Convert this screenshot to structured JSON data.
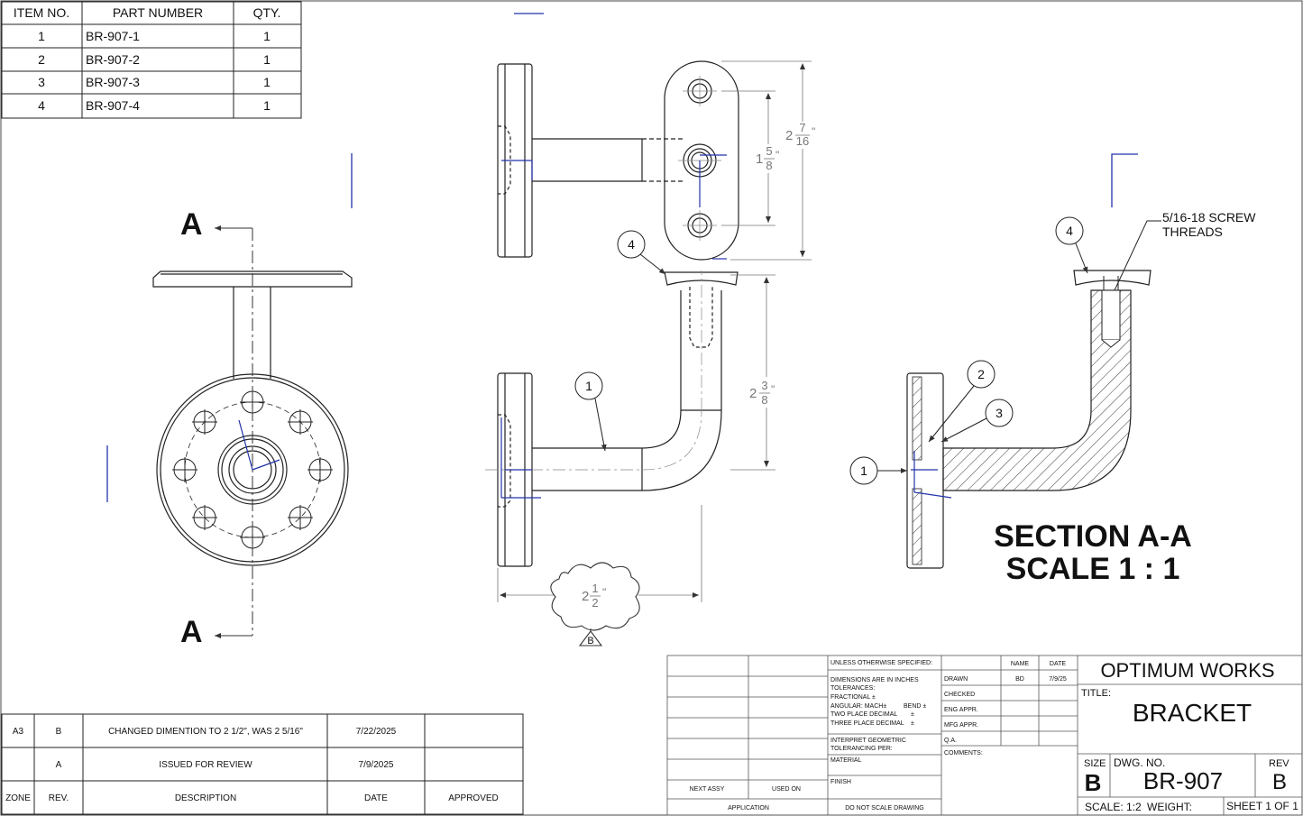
{
  "bom": {
    "headers": [
      "ITEM NO.",
      "PART NUMBER",
      "QTY."
    ],
    "rows": [
      {
        "item": "1",
        "part": "BR-907-1",
        "qty": "1"
      },
      {
        "item": "2",
        "part": "BR-907-2",
        "qty": "1"
      },
      {
        "item": "3",
        "part": "BR-907-3",
        "qty": "1"
      },
      {
        "item": "4",
        "part": "BR-907-4",
        "qty": "1"
      }
    ]
  },
  "section_labels": {
    "left_top": "A",
    "left_bottom": "A"
  },
  "dimensions": {
    "d1_whole": "1",
    "d1_num": "5",
    "d1_den": "8",
    "d2_whole": "2",
    "d2_num": "7",
    "d2_den": "16",
    "d3_whole": "2",
    "d3_num": "3",
    "d3_den": "8",
    "d4_whole": "2",
    "d4_num": "1",
    "d4_den": "2",
    "inch": "\""
  },
  "balloons": {
    "front_4": "4",
    "front_1": "1",
    "sec_4": "4",
    "sec_2": "2",
    "sec_3": "3",
    "sec_1": "1"
  },
  "revision_triangle": "B",
  "note_screw": [
    "5/16-18 SCREW",
    "THREADS"
  ],
  "section_title": [
    "SECTION A-A",
    "SCALE 1 : 1"
  ],
  "revisions": {
    "headers": [
      "ZONE",
      "REV.",
      "DESCRIPTION",
      "DATE",
      "APPROVED"
    ],
    "rows": [
      {
        "zone": "A3",
        "rev": "B",
        "desc": "CHANGED DIMENTION TO 2 1/2\", WAS 2 5/16\"",
        "date": "7/22/2025",
        "approved": ""
      },
      {
        "zone": "",
        "rev": "A",
        "desc": "ISSUED FOR REVIEW",
        "date": "7/9/2025",
        "approved": ""
      }
    ]
  },
  "title_block": {
    "unless": "UNLESS OTHERWISE SPECIFIED:",
    "dims_in_inches": "DIMENSIONS ARE IN INCHES",
    "tolerances": "TOLERANCES:",
    "fractional": "FRACTIONAL ±",
    "angular": "ANGULAR: MACH±",
    "bend": "BEND ±",
    "two_place": "TWO PLACE DECIMAL",
    "two_place_pm": "±",
    "three_place": "THREE PLACE DECIMAL",
    "three_place_pm": "±",
    "interpret": "INTERPRET GEOMETRIC",
    "tolerancing": "TOLERANCING PER:",
    "material": "MATERIAL",
    "finish": "FINISH",
    "next_assy": "NEXT ASSY",
    "used_on": "USED ON",
    "application": "APPLICATION",
    "do_not_scale": "DO NOT SCALE DRAWING",
    "name_header": "NAME",
    "date_header": "DATE",
    "drawn": "DRAWN",
    "drawn_name": "BD",
    "drawn_date": "7/9/25",
    "checked": "CHECKED",
    "eng_appr": "ENG APPR.",
    "mfg_appr": "MFG APPR.",
    "qa": "Q.A.",
    "comments": "COMMENTS:",
    "company": "OPTIMUM WORKS",
    "title_label": "TITLE:",
    "title": "BRACKET",
    "size_label": "SIZE",
    "size": "B",
    "dwg_no_label": "DWG.  NO.",
    "dwg_no": "BR-907",
    "rev_label": "REV",
    "rev": "B",
    "scale": "SCALE: 1:2",
    "weight": "WEIGHT:",
    "sheet": "SHEET 1 OF 1"
  }
}
